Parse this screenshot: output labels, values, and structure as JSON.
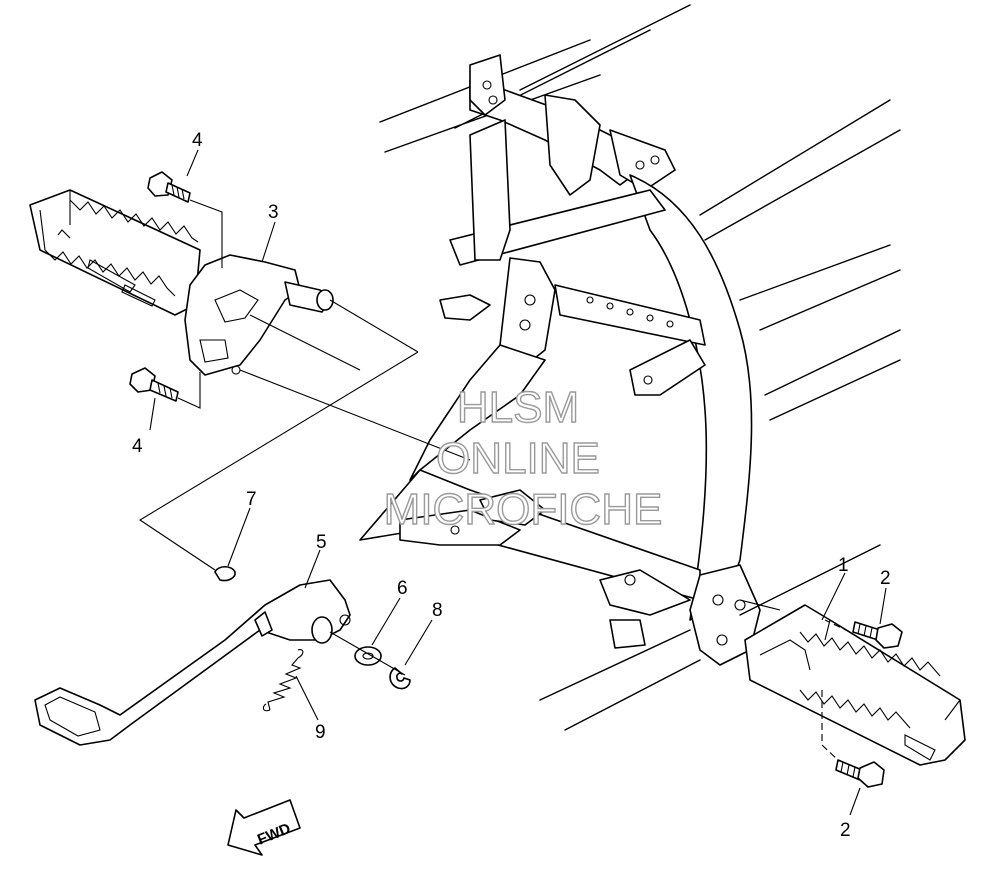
{
  "callouts": [
    {
      "id": "1",
      "label": "1"
    },
    {
      "id": "2a",
      "label": "2"
    },
    {
      "id": "2b",
      "label": "2"
    },
    {
      "id": "3",
      "label": "3"
    },
    {
      "id": "4a",
      "label": "4"
    },
    {
      "id": "4b",
      "label": "4"
    },
    {
      "id": "5",
      "label": "5"
    },
    {
      "id": "6",
      "label": "6"
    },
    {
      "id": "7",
      "label": "7"
    },
    {
      "id": "8",
      "label": "8"
    },
    {
      "id": "9",
      "label": "9"
    }
  ],
  "watermark": {
    "line1": "HLSM",
    "line2": "ONLINE",
    "line3": "MICROFICHE",
    "color": "#9a9a9a"
  },
  "direction_arrow": {
    "label": "FWD",
    "icon": "arrow-fwd-icon"
  },
  "colors": {
    "ink": "#000000",
    "paper": "#ffffff"
  }
}
